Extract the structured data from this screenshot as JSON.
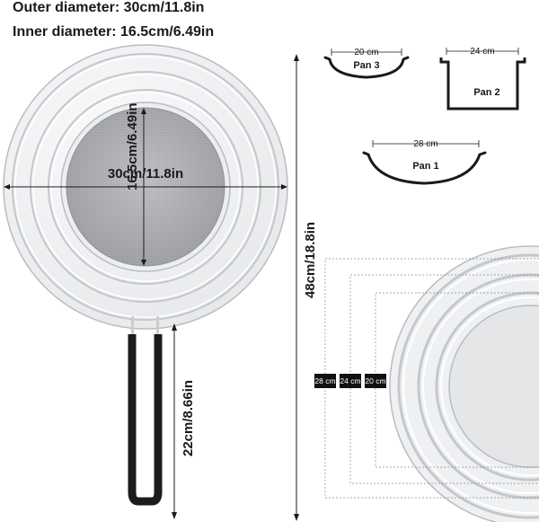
{
  "specs": {
    "outer": "Outer diameter: 30cm/11.8in",
    "inner": "Inner diameter: 16.5cm/6.49in"
  },
  "dimensions": {
    "inner_diameter": "16.5cm/6.49in",
    "outer_diameter": "30cm/11.8in",
    "total_length": "48cm/18.8in",
    "handle_length": "22cm/8.66in"
  },
  "pans": [
    {
      "name": "Pan 3",
      "width": "20 cm"
    },
    {
      "name": "Pan 2",
      "width": "24 cm"
    },
    {
      "name": "Pan 1",
      "width": "28 cm"
    }
  ],
  "ring_tags": [
    "28 cm",
    "24 cm",
    "20 cm"
  ],
  "colors": {
    "text": "#1a1a1a",
    "handle": "#1c1c1c",
    "steel_light": "#f3f4f6",
    "steel_edge": "#b9bcc1",
    "mesh": "#aeb0b3",
    "tag_bg": "#111111"
  }
}
